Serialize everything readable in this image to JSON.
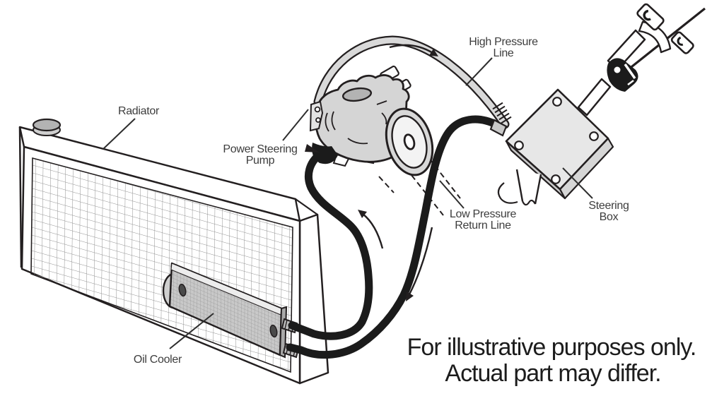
{
  "diagram": {
    "labels": {
      "radiator": "Radiator",
      "power_steering_pump": [
        "Power Steering",
        "Pump"
      ],
      "high_pressure_line": [
        "High Pressure",
        "Line"
      ],
      "low_pressure_return_line": [
        "Low Pressure",
        "Return Line"
      ],
      "steering_box": [
        "Steering",
        "Box"
      ],
      "oil_cooler": "Oil Cooler"
    },
    "disclaimer": [
      "For illustrative purposes only.",
      "Actual part may differ."
    ],
    "colors": {
      "background": "#ffffff",
      "line_art": "#231f20",
      "label_text": "#3d3d3d",
      "disclaimer_text": "#1c1c1c",
      "hose_black": "#1b1b1b",
      "fill_light_gray": "#d9d9d9",
      "fill_mid_gray": "#c8c8c8",
      "fill_dark_gray": "#a9a9a9",
      "cap_gray": "#b3b3b3"
    }
  }
}
